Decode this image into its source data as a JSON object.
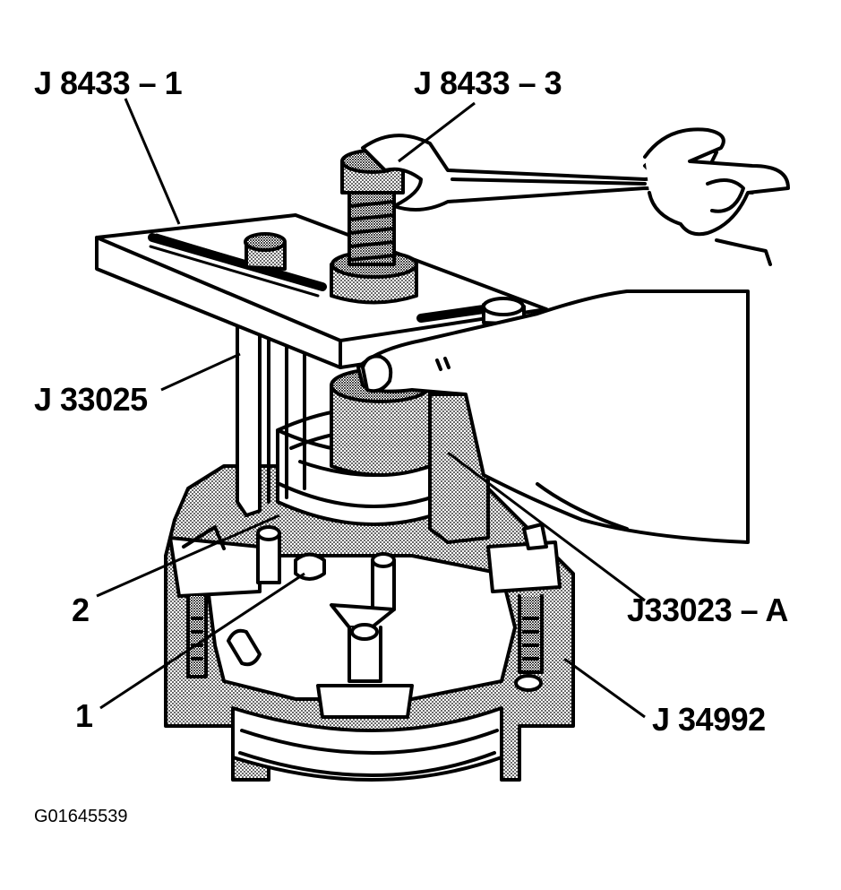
{
  "labels": {
    "j8433_1": "J 8433 – 1",
    "j8433_3": "J 8433 – 3",
    "j33025": "J 33025",
    "j33023a": "J33023 – A",
    "j34992": "J 34992",
    "callout_2": "2",
    "callout_1": "1"
  },
  "figure_id": "G01645539",
  "colors": {
    "ink": "#000000",
    "paper": "#ffffff",
    "shade": "#9a9a9a",
    "shade_dark": "#7a7a7a"
  }
}
